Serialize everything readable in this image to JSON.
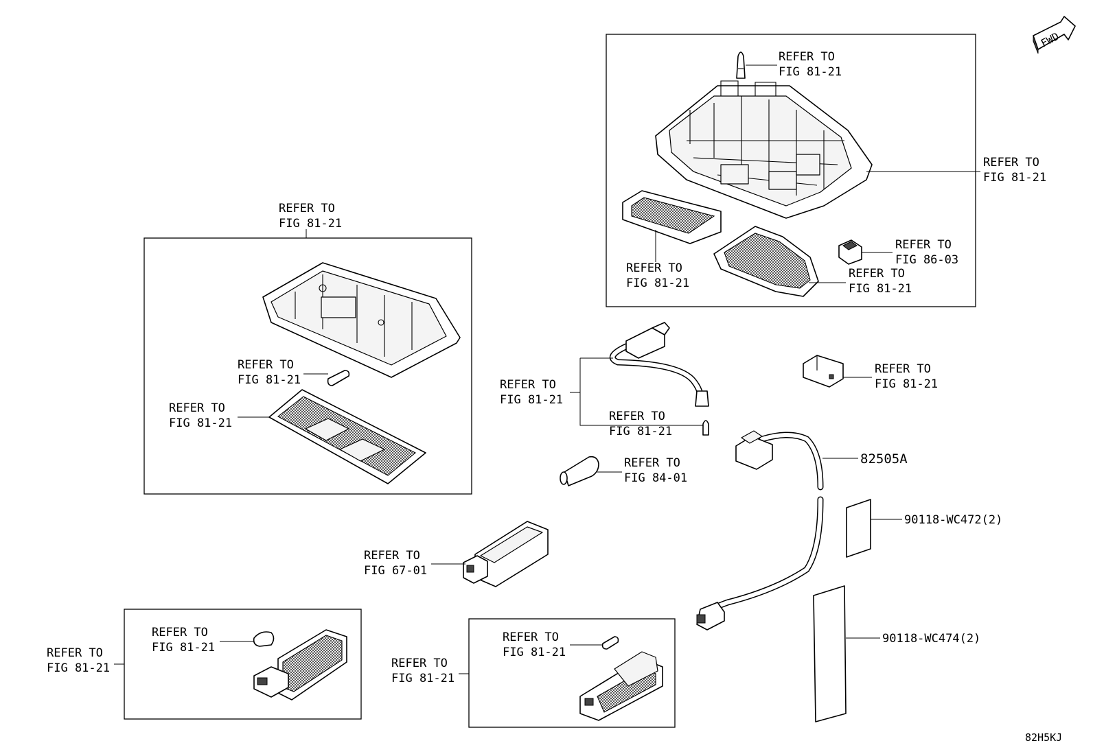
{
  "labels": {
    "refer_to": "REFER TO",
    "fig_81_21": "FIG 81-21",
    "fig_86_03": "FIG 86-03",
    "fig_84_01": "FIG 84-01",
    "fig_67_01": "FIG 67-01"
  },
  "parts": {
    "harness": "82505A",
    "tape_small": "90118-WC472(2)",
    "tape_large": "90118-WC474(2)"
  },
  "fwd_label": "FWD",
  "diagram_code": "82H5KJ"
}
